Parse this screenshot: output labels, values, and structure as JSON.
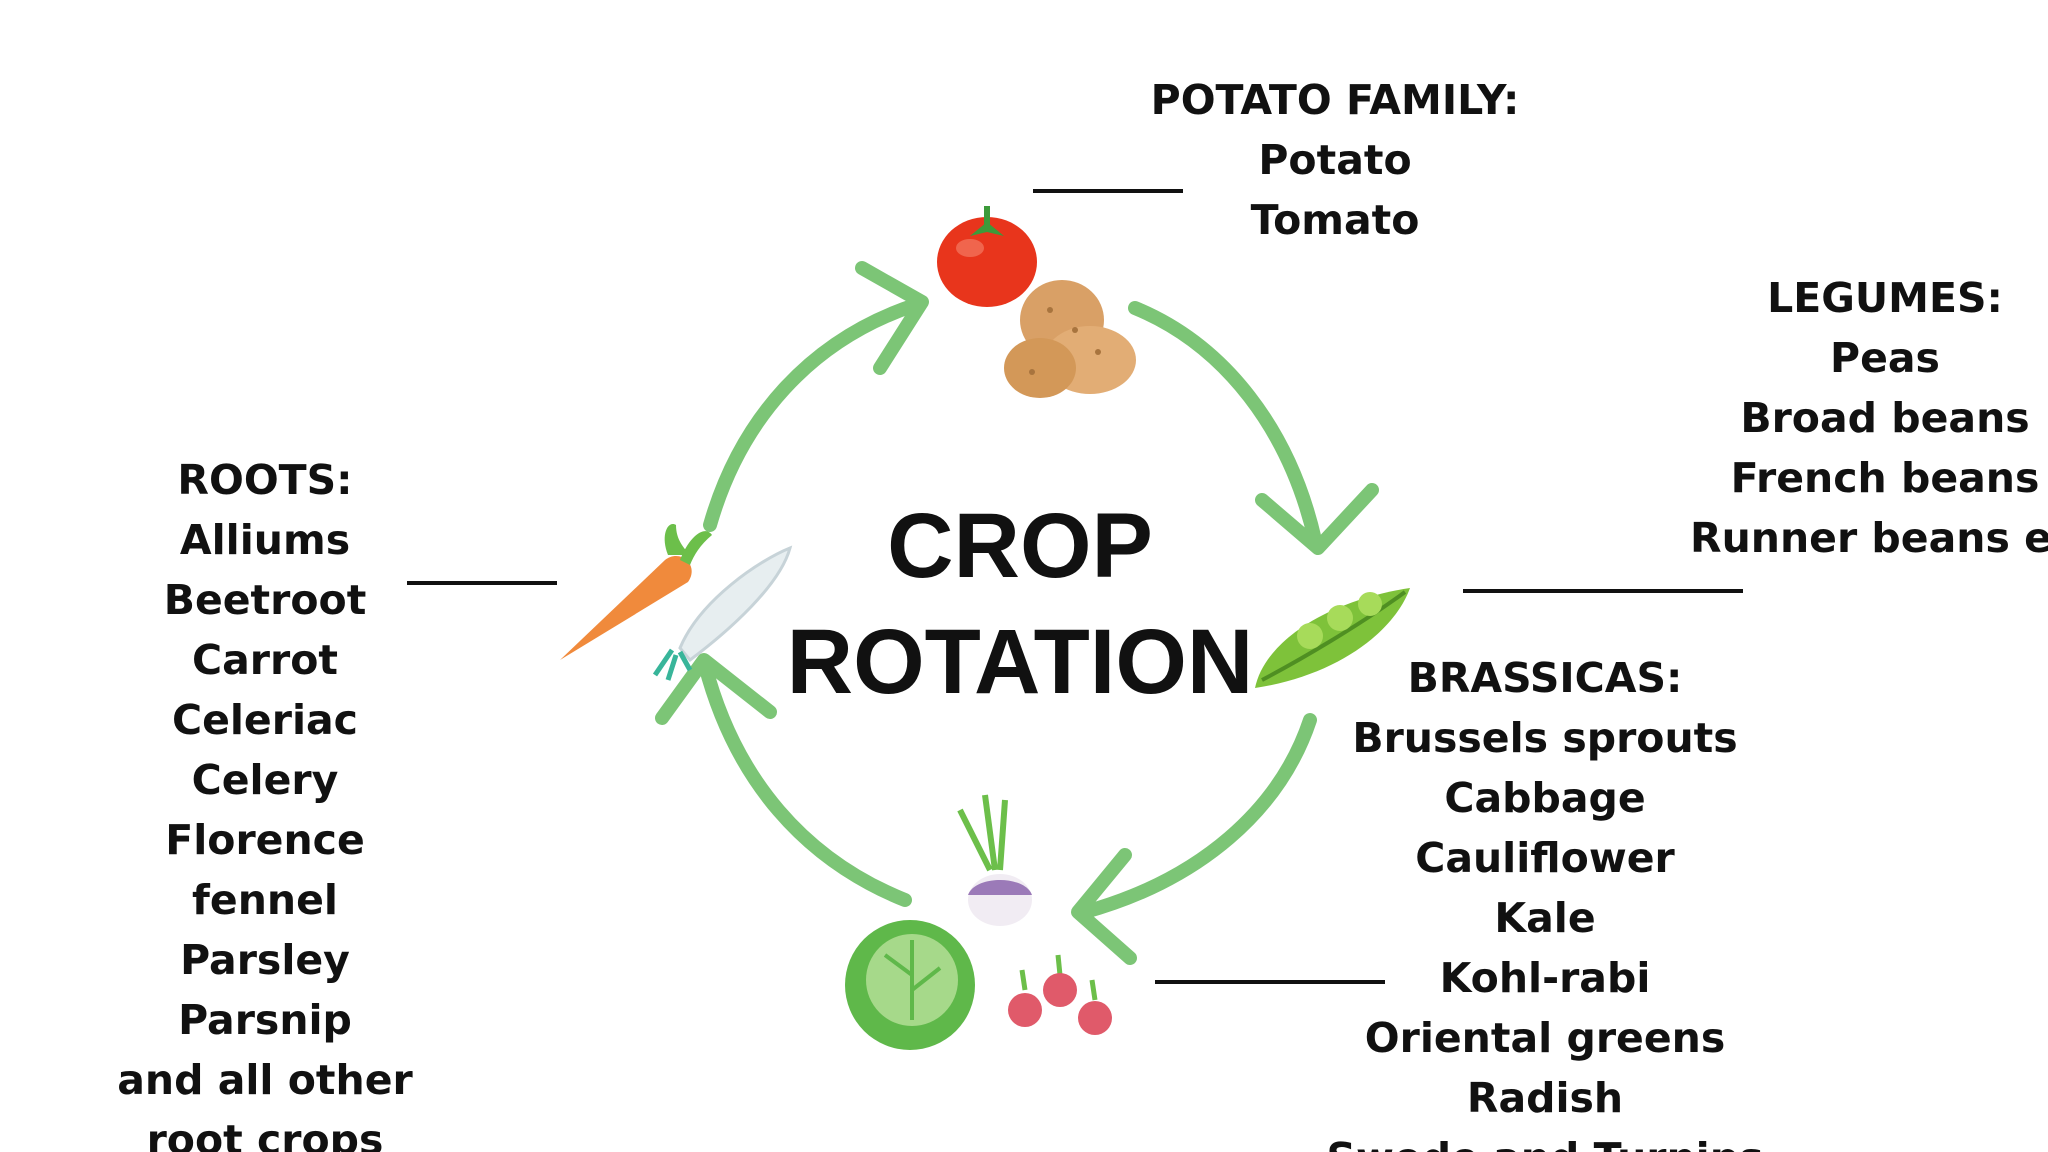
{
  "diagram": {
    "title_line_1": "CROP",
    "title_line_2": "ROTATION",
    "groups": {
      "potato": {
        "heading": "POTATO FAMILY:",
        "items": [
          "Potato",
          "Tomato"
        ]
      },
      "legumes": {
        "heading": "LEGUMES:",
        "items": [
          "Peas",
          "Broad beans",
          "French beans",
          "Runner beans etc"
        ]
      },
      "roots": {
        "heading": "ROOTS:",
        "items": [
          "Alliums",
          "Beetroot",
          "Carrot",
          "Celeriac",
          "Celery",
          "Florence",
          "fennel",
          "Parsley",
          "Parsnip",
          "and all other",
          "root crops"
        ]
      },
      "brassicas": {
        "heading": "BRASSICAS:",
        "items": [
          "Brussels sprouts",
          "Cabbage",
          "Cauliflower",
          "Kale",
          "Kohl-rabi",
          "Oriental greens",
          "Radish",
          "Swede and Turnips"
        ]
      }
    },
    "icons": {
      "tomato": "tomato-icon",
      "potato": "potato-icon",
      "pea_pod": "pea-pod-icon",
      "carrot": "carrot-icon",
      "radish": "daikon-radish-icon",
      "turnip": "turnip-icon",
      "cabbage": "cabbage-icon",
      "small_radishes": "radish-bunch-icon"
    },
    "colors": {
      "arrow": "#7cc576",
      "text": "#111111",
      "tomato": "#e8351c",
      "potato": "#d9a066",
      "pea": "#7ec23a",
      "carrot": "#f08a3c",
      "cabbage": "#5fb84a",
      "radish": "#e05a6a"
    }
  }
}
